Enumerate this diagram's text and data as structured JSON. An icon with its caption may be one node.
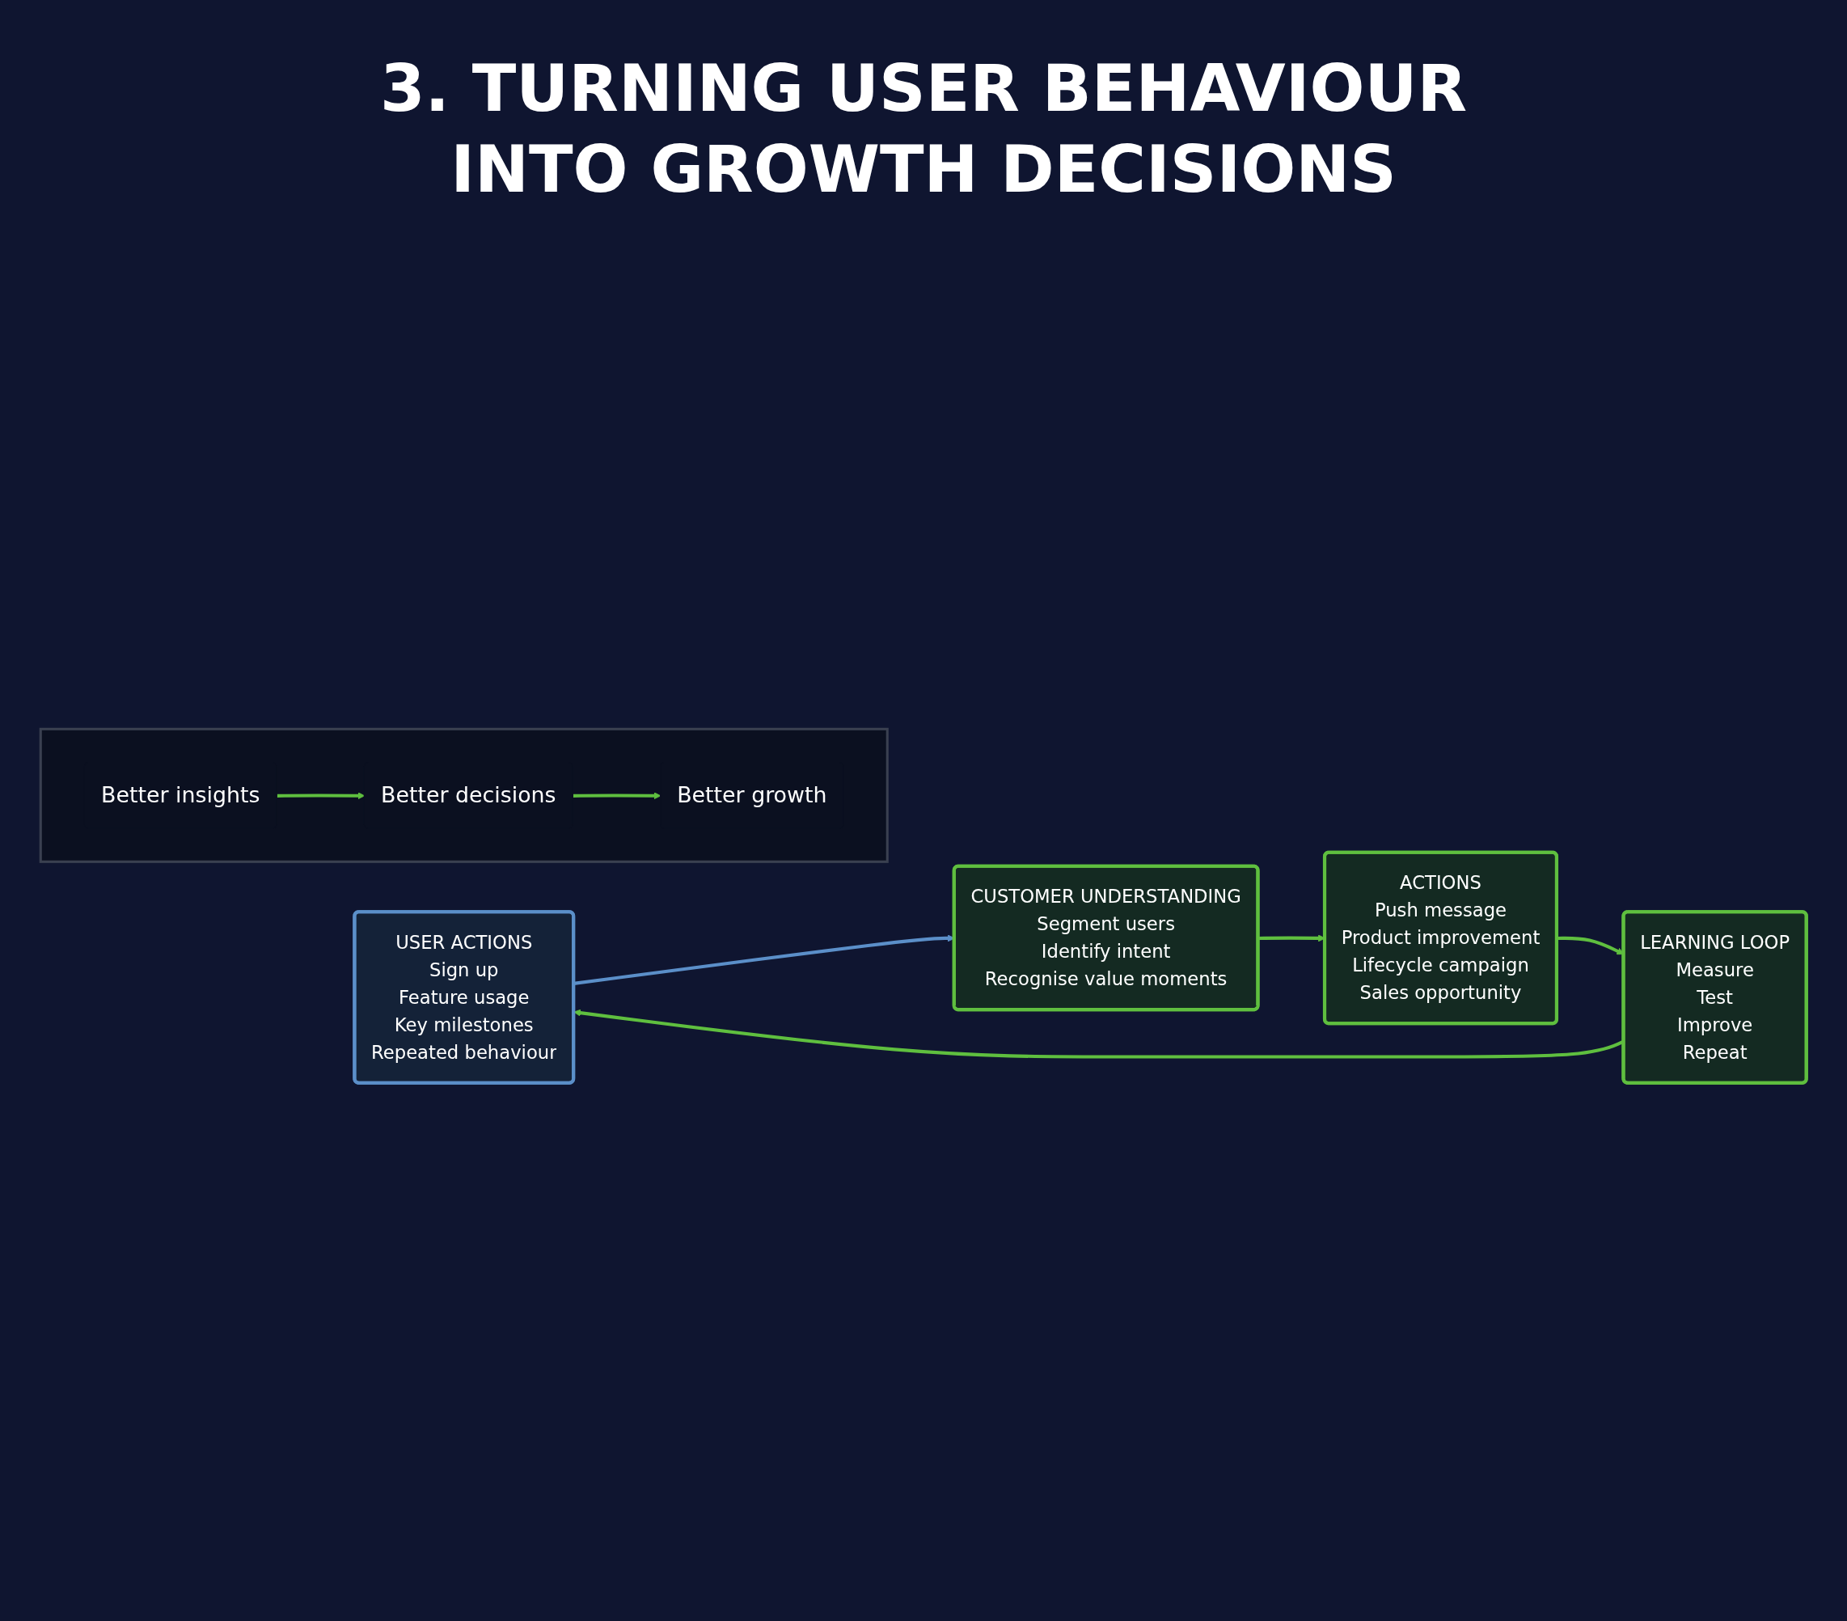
{
  "diagram": {
    "title": "3. TURNING USER BEHAVIOUR INTO GROWTH DECISIONS",
    "nodes": [
      {
        "text": [
          "USER ACTIONS",
          "Sign up",
          "Feature usage",
          "Key milestones",
          "Repeated behaviour"
        ]
      },
      {
        "text": [
          "CUSTOMER UNDERSTANDING",
          "Segment users",
          "Identify intent",
          "Recognise value moments"
        ]
      },
      {
        "text": [
          "ACTIONS",
          "Push message",
          "Product improvement",
          "Lifecycle campaign",
          "Sales opportunity"
        ]
      },
      {
        "text": [
          "LEARNING LOOP",
          "Measure",
          "Test",
          "Improve",
          "Repeat"
        ]
      },
      {
        "text": [],
        "shape": "box"
      },
      {
        "text": [
          "Better insights"
        ],
        "in": 4
      },
      {
        "text": [
          "Better decisions"
        ],
        "in": 4
      },
      {
        "text": [
          "Better growth"
        ],
        "in": 4
      }
    ],
    "edges": [
      {
        "from": 0,
        "to": 1,
        "arrow": "to",
        "color": "#5b8fc9"
      },
      {
        "from": 1,
        "to": 2,
        "arrow": "to"
      },
      {
        "from": 2,
        "to": 3,
        "arrow": "to"
      },
      {
        "from": 3,
        "to": 0,
        "arrow": "to"
      },
      {
        "from": 5,
        "to": 6,
        "arrow": "to"
      },
      {
        "from": 6,
        "to": 7,
        "arrow": "to"
      }
    ]
  }
}
